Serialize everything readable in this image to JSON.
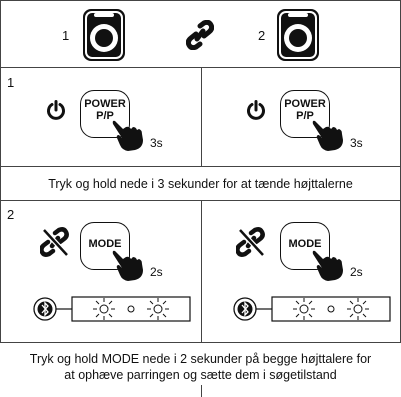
{
  "top_row": {
    "speaker1_label": "1",
    "speaker2_label": "2",
    "center_icon": "link-icon",
    "speaker_icon": "speaker-icon"
  },
  "step1": {
    "number": "1",
    "button_label_line1": "POWER",
    "button_label_line2": "P/P",
    "duration": "3s",
    "power_icon": "power-icon",
    "caption": "Tryk og hold nede i 3 sekunder for at tænde højttalerne"
  },
  "step2": {
    "number": "2",
    "button_label": "MODE",
    "duration": "2s",
    "unlink_icon": "unlink-icon",
    "bluetooth_icon": "bluetooth-icon",
    "caption_line1": "Tryk og hold MODE nede i 2 sekunder på begge højttalere for",
    "caption_line2": "at ophæve parringen og sætte dem i søgetilstand"
  }
}
